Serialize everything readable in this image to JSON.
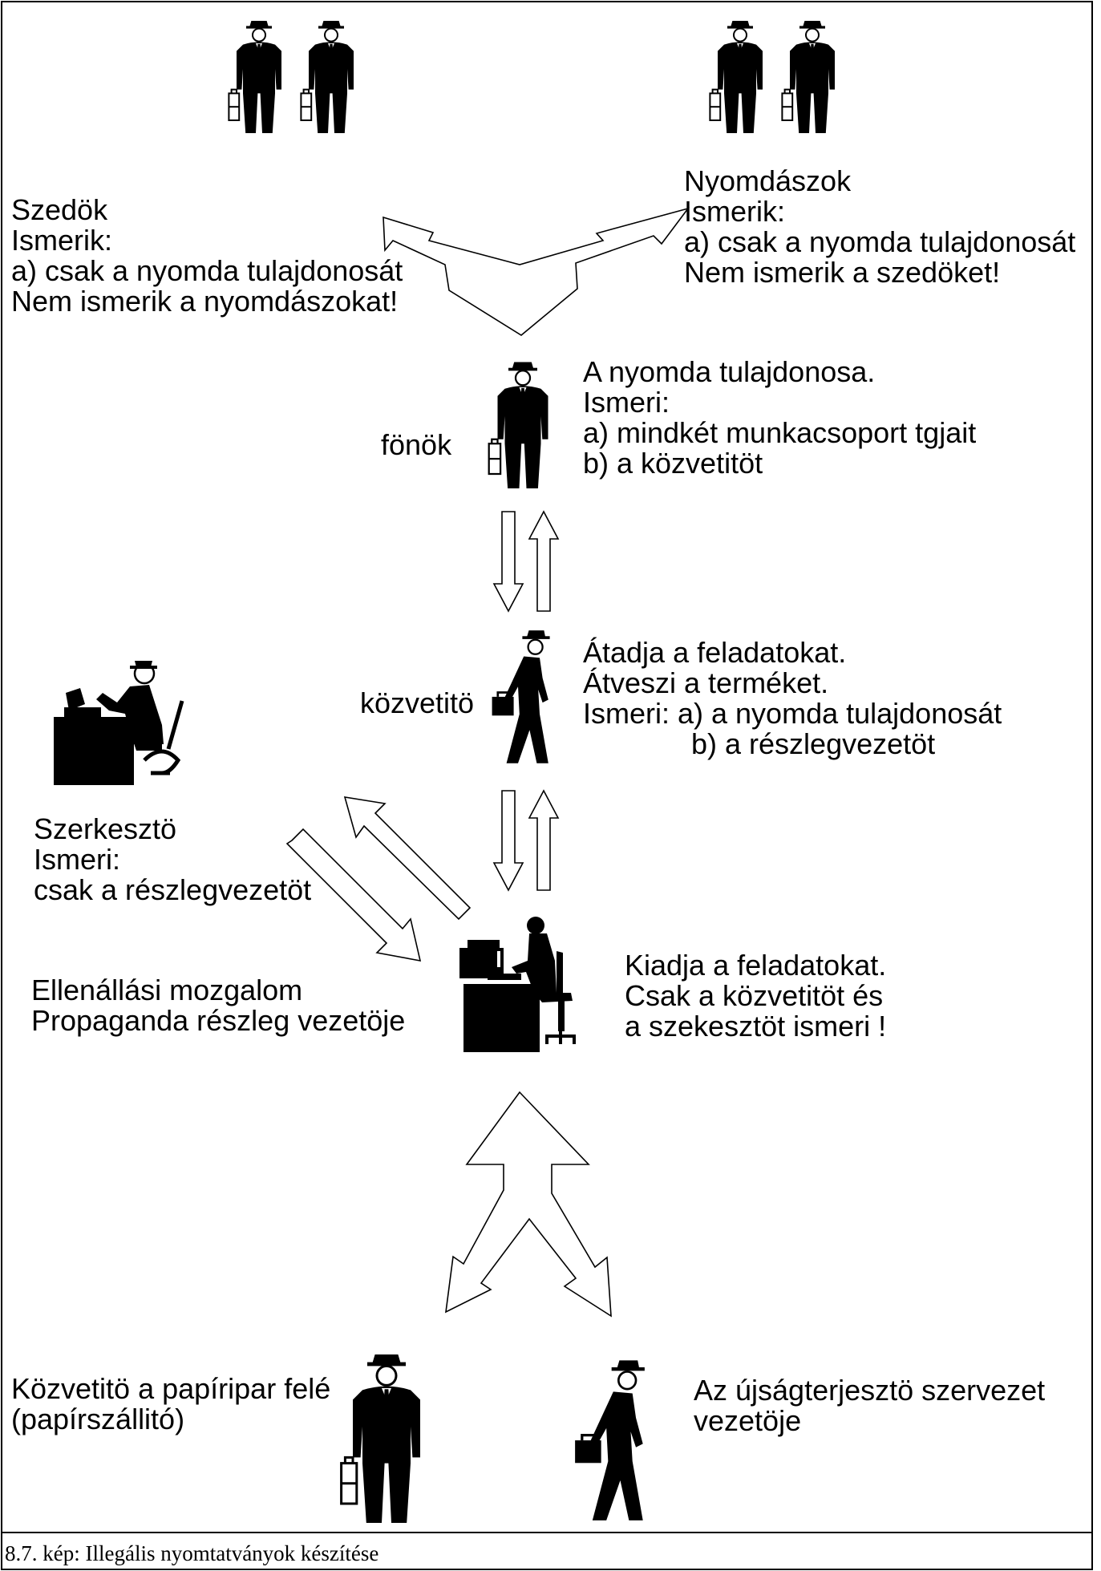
{
  "colors": {
    "ink": "#000000",
    "paper": "#ffffff"
  },
  "icons": [
    "businessman-with-briefcase-icon",
    "walking-man-with-briefcase-icon",
    "man-at-computer-desk-icon",
    "man-at-typewriter-desk-icon"
  ],
  "typesetters": {
    "title": "Szedök",
    "knows_heading": "Ismerik:",
    "knows_a": "a) csak a nyomda tulajdonosát",
    "not_known": "Nem ismerik a nyomdászokat!"
  },
  "printers": {
    "title": "Nyomdászok",
    "knows_heading": "Ismerik:",
    "knows_a": "a) csak a nyomda tulajdonosát",
    "not_known": "Nem ismerik a szedöket!"
  },
  "owner": {
    "label": "fönök",
    "title": "A nyomda tulajdonosa.",
    "knows_heading": "Ismeri:",
    "knows_a": "a) mindkét munkacsoport tgjait",
    "knows_b": "b) a közvetitöt"
  },
  "intermediary": {
    "label": "közvetitö",
    "line1": "Átadja a feladatokat.",
    "line2": "Átveszi a terméket.",
    "knows_a": "Ismeri: a) a nyomda tulajdonosát",
    "knows_b": "b) a részlegvezetöt"
  },
  "editor": {
    "title": "Szerkesztö",
    "knows_heading": "Ismeri:",
    "knows_a": "csak a részlegvezetöt"
  },
  "head": {
    "org_line1": "Ellenállási mozgalom",
    "org_line2": "Propaganda részleg vezetöje",
    "desc1": "Kiadja a feladatokat.",
    "desc2": "Csak a közvetitöt és",
    "desc3": "a szekesztöt ismeri !"
  },
  "paper_supplier": {
    "line1": "Közvetitö a papíripar felé",
    "line2": "(papírszállitó)"
  },
  "distributor": {
    "line1": "Az újságterjesztö szervezet",
    "line2": "vezetöje"
  },
  "caption": "8.7. kép: Illegális nyomtatványok készítése"
}
